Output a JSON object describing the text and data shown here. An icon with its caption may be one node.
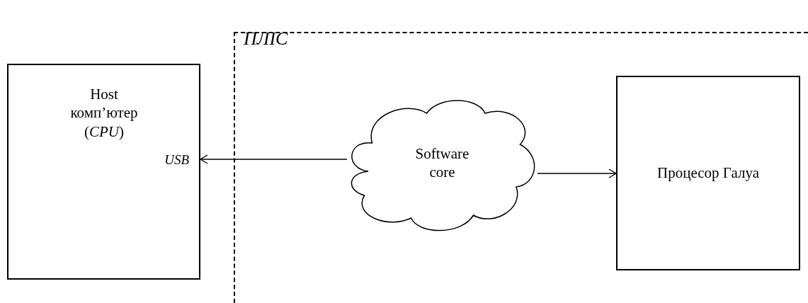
{
  "diagram": {
    "nodes": [
      {
        "text": [
          "Host комп’ютер (*CPU*)",
          "USB"
        ]
      },
      {
        "text": [
          "ПЛІС"
        ]
      },
      {
        "text": [
          "Software core"
        ],
        "in": 1
      },
      {
        "text": [
          "Процесор Галуа"
        ],
        "in": 1
      }
    ],
    "edges": [
      {
        "from": 2,
        "to": 0,
        "arrow": "to"
      },
      {
        "from": 2,
        "to": 3,
        "arrow": "to"
      }
    ]
  }
}
